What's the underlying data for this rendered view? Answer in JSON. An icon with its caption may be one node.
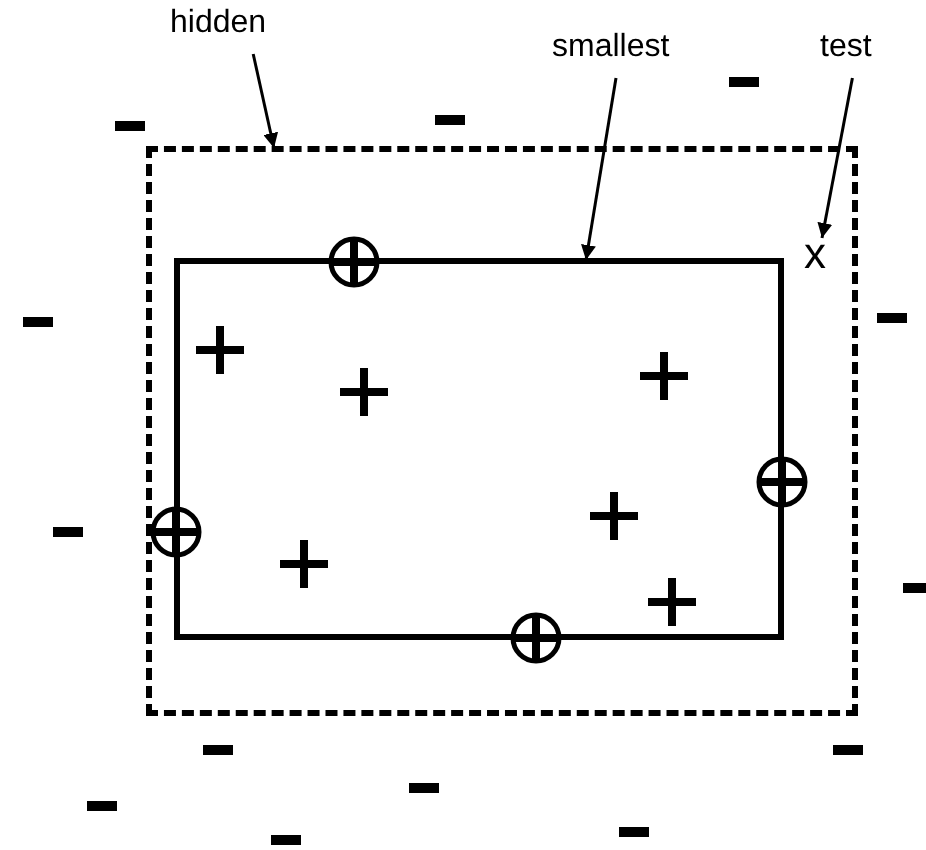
{
  "diagram": {
    "nodes": [
      {
        "text": [
          "hidden"
        ]
      },
      {
        "text": [
          "smallest"
        ]
      },
      {
        "text": [
          "test"
        ]
      },
      {
        "text": [],
        "shape": "box"
      },
      {
        "text": [],
        "shape": "box",
        "in": 3
      },
      {
        "text": [
          "x"
        ],
        "in": 3
      }
    ],
    "edges": [
      {
        "from": 0,
        "to": 3,
        "arrow": "to"
      },
      {
        "from": 1,
        "to": 4,
        "arrow": "to"
      },
      {
        "from": 2,
        "to": 5,
        "arrow": "to"
      }
    ]
  }
}
